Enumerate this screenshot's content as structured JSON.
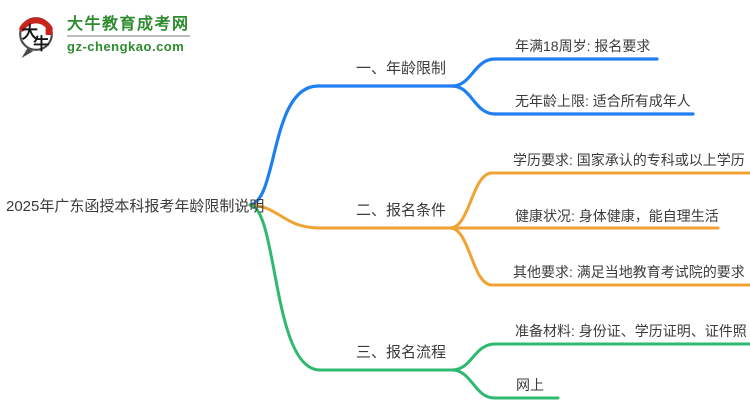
{
  "logo": {
    "site_name": "大牛教育成考网",
    "site_domain": "gz-chengkao.com",
    "monogram_char_1": "大",
    "monogram_char_2": "牛",
    "brand_green": "#2e8b2e",
    "logo_red": "#c9241c"
  },
  "mindmap": {
    "root": "2025年广东函授本科报考年龄限制说明",
    "text_color": "#3c3c3c",
    "branches": [
      {
        "label": "一、年龄限制",
        "color": "#1f7ff0",
        "children": [
          "年满18周岁: 报名要求",
          "无年龄上限: 适合所有成年人"
        ]
      },
      {
        "label": "二、报名条件",
        "color": "#f0a232",
        "children": [
          "学历要求: 国家承认的专科或以上学历",
          "健康状况: 身体健康，能自理生活",
          "其他要求: 满足当地教育考试院的要求"
        ]
      },
      {
        "label": "三、报名流程",
        "color": "#2eb870",
        "children": [
          "准备材料: 身份证、学历证明、证件照",
          "网上"
        ]
      }
    ]
  }
}
